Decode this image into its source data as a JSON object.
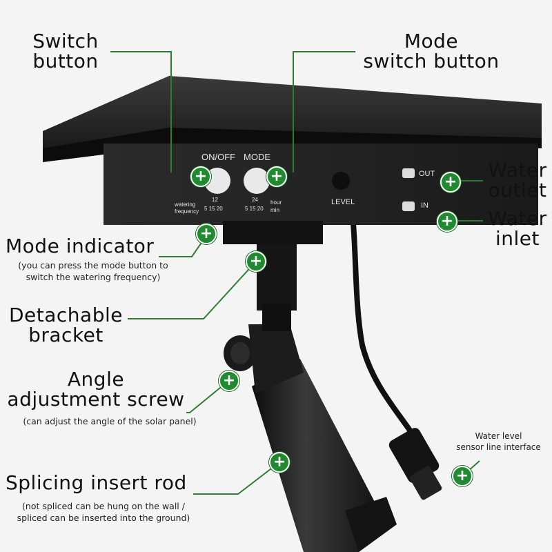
{
  "labels": {
    "switch_button": [
      "Switch",
      "button"
    ],
    "mode_switch_button": [
      "Mode",
      "switch button"
    ],
    "water_outlet": [
      "Water",
      "outlet"
    ],
    "water_inlet": [
      "Water",
      "inlet"
    ],
    "mode_indicator": "Mode indicator",
    "mode_indicator_note": [
      "(you can press the mode button to",
      "switch the watering frequency)"
    ],
    "detachable_bracket": [
      "Detachable",
      "bracket"
    ],
    "angle_screw": [
      "Angle",
      "adjustment screw"
    ],
    "angle_screw_note": "(can adjust the angle of the solar panel)",
    "splicing_rod": "Splicing insert rod",
    "splicing_rod_note": [
      "(not spliced can be hung on the wall /",
      "spliced can be inserted into the ground)"
    ],
    "water_level": [
      "Water level",
      "sensor line interface"
    ]
  },
  "panel": {
    "on_off": "ON/OFF",
    "mode": "MODE",
    "level": "LEVEL",
    "out": "OUT",
    "in": "IN",
    "watering": "watering",
    "frequency": "frequency",
    "hour_12": "12",
    "hour_24": "24",
    "hour": "hour",
    "min": "min",
    "min_values": "5 15 20"
  },
  "colors": {
    "accent_green": "#1f8a2f",
    "line_green": "#2e7d32",
    "device": "#1c1c1c"
  },
  "icons": {
    "marker": "plus-circle-icon"
  }
}
